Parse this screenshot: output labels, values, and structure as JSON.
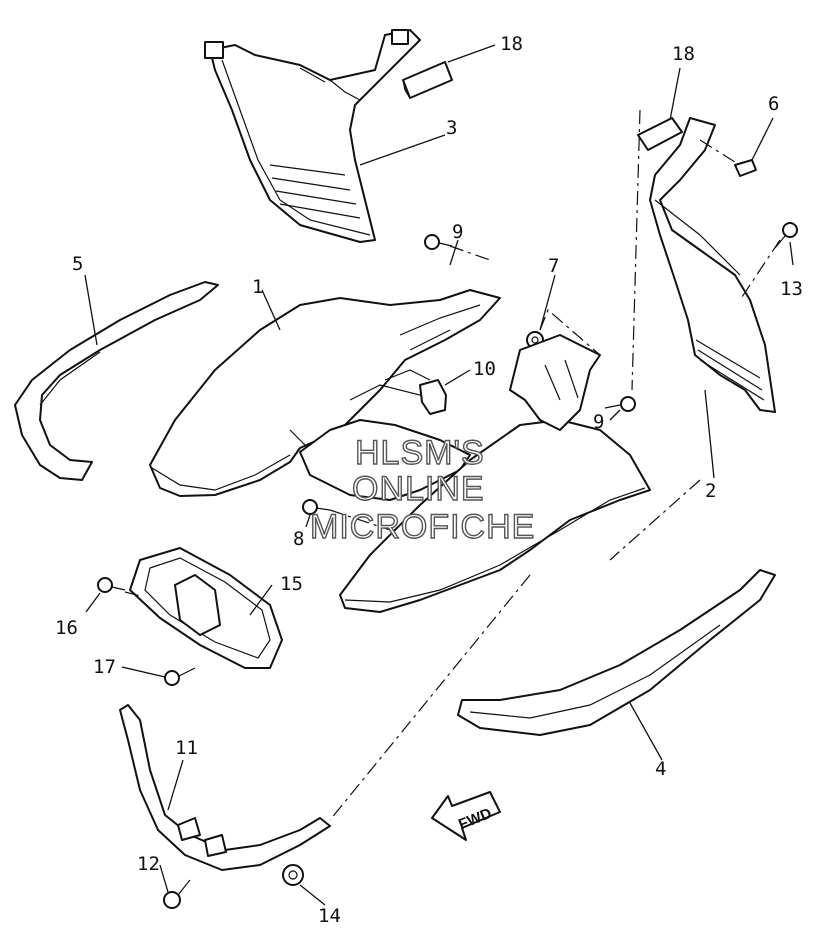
{
  "watermark": {
    "line1": "HLSM'S",
    "line2": "ONLINE",
    "line3": "MICROFICHE"
  },
  "direction_badge": "FWD",
  "callouts": [
    {
      "id": "c1",
      "label": "1"
    },
    {
      "id": "c2",
      "label": "2"
    },
    {
      "id": "c3",
      "label": "3"
    },
    {
      "id": "c4",
      "label": "4"
    },
    {
      "id": "c5",
      "label": "5"
    },
    {
      "id": "c6",
      "label": "6"
    },
    {
      "id": "c7",
      "label": "7"
    },
    {
      "id": "c8",
      "label": "8"
    },
    {
      "id": "c9a",
      "label": "9"
    },
    {
      "id": "c9b",
      "label": "9"
    },
    {
      "id": "c10",
      "label": "10"
    },
    {
      "id": "c11",
      "label": "11"
    },
    {
      "id": "c12",
      "label": "12"
    },
    {
      "id": "c13",
      "label": "13"
    },
    {
      "id": "c14",
      "label": "14"
    },
    {
      "id": "c15",
      "label": "15"
    },
    {
      "id": "c16",
      "label": "16"
    },
    {
      "id": "c17",
      "label": "17"
    },
    {
      "id": "c18a",
      "label": "18"
    },
    {
      "id": "c18b",
      "label": "18"
    }
  ]
}
